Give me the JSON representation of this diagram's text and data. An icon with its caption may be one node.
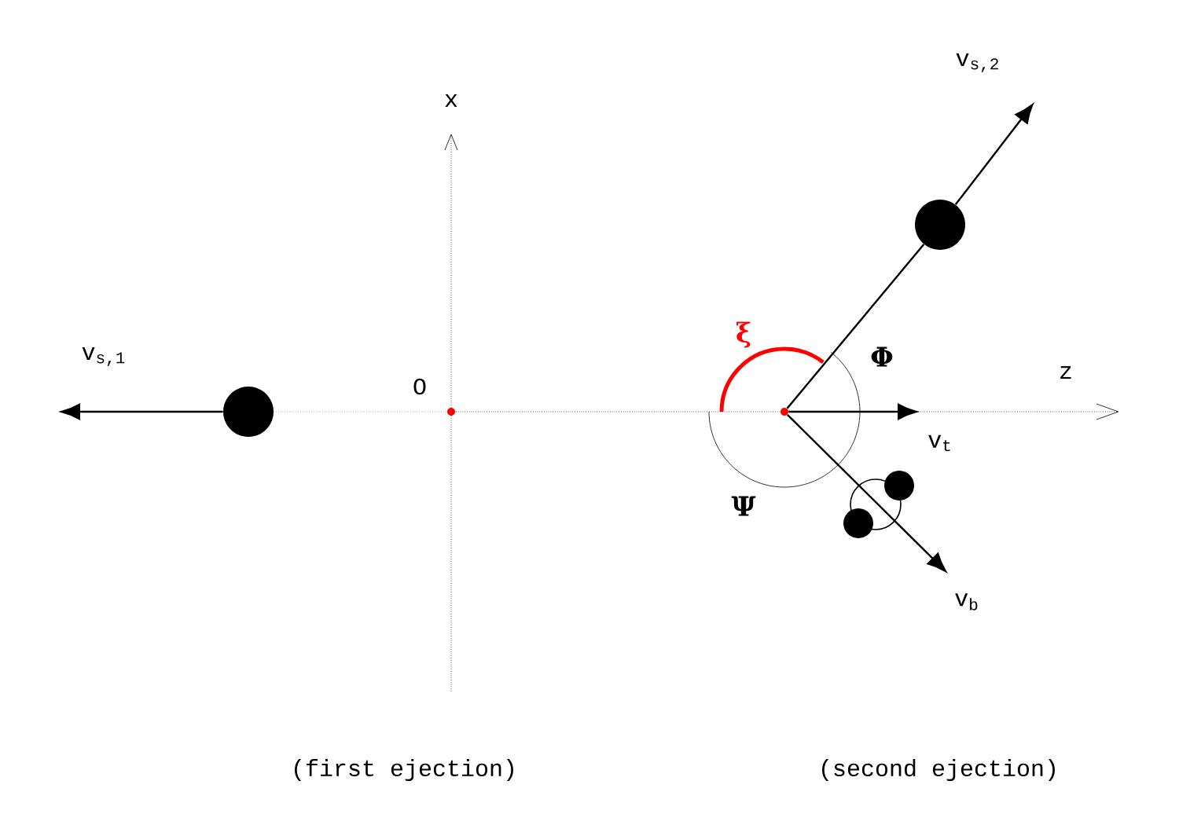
{
  "diagram": {
    "nodes": [
      {
        "text": [],
        "shape": "circle"
      },
      {
        "text": [],
        "shape": "circle"
      },
      {
        "text": [],
        "shape": "circle"
      },
      {
        "text": [],
        "shape": "circle"
      }
    ],
    "edges": [
      {
        "from": 0,
        "to": null,
        "arrow": "to"
      },
      {
        "from": 0,
        "to": 1,
        "arrow": "none",
        "style": "dashed",
        "color": "#808080"
      },
      {
        "from": 2,
        "to": 3,
        "arrow": "none"
      },
      {
        "from": 3,
        "to": null,
        "arrow": "to"
      },
      {
        "from": 2,
        "to": null,
        "arrow": "to"
      },
      {
        "from": 2,
        "to": null,
        "arrow": "to"
      }
    ],
    "labels": [
      "x",
      "O",
      "v$_{s,1}$",
      "v$_{s,2}$",
      "z",
      "v$_{t}$",
      "v$_{b}$",
      "ξ",
      "Φ",
      "Ψ",
      "(first ejection)",
      "(second ejection)"
    ]
  }
}
